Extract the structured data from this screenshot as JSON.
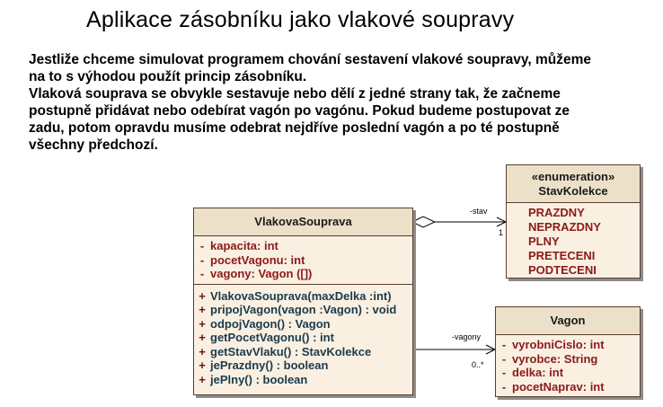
{
  "title": "Aplikace zásobníku jako vlakové soupravy",
  "paragraph1": [
    "Jestliže chceme simulovat programem chování sestavení vlakové soupravy, můžeme",
    "na to  s výhodou použít princip zásobníku."
  ],
  "paragraph2": [
    "Vlaková souprava se obvykle sestavuje nebo dělí z jedné strany tak, že začneme",
    "postupně přidávat nebo odebírat vagón po vagónu. Pokud budeme postupovat ze",
    "zadu, potom opravdu musíme odebrat nejdříve poslední vagón a po té postupně",
    "všechny předchozí."
  ],
  "diagram": {
    "vlakova": {
      "name": "VlakovaSouprava",
      "attributes": [
        {
          "vis": "-",
          "text": "kapacita:  int"
        },
        {
          "vis": "-",
          "text": "pocetVagonu:  int"
        },
        {
          "vis": "-",
          "text": "vagony:  Vagon ([])"
        }
      ],
      "operations": [
        {
          "vis": "+",
          "text": "VlakovaSouprava(maxDelka :int)"
        },
        {
          "vis": "+",
          "text": "pripojVagon(vagon :Vagon) : void"
        },
        {
          "vis": "+",
          "text": "odpojVagon() : Vagon"
        },
        {
          "vis": "+",
          "text": "getPocetVagonu() : int"
        },
        {
          "vis": "+",
          "text": "getStavVlaku() : StavKolekce"
        },
        {
          "vis": "+",
          "text": "jePrazdny() : boolean"
        },
        {
          "vis": "+",
          "text": "jePlny() : boolean"
        }
      ]
    },
    "stav": {
      "stereotype": "«enumeration»",
      "name": "StavKolekce",
      "literals": [
        "PRAZDNY",
        "NEPRAZDNY",
        "PLNY",
        "PRETECENI",
        "PODTECENI"
      ]
    },
    "vagon": {
      "name": "Vagon",
      "attributes": [
        {
          "vis": "-",
          "text": "vyrobniCislo:  int"
        },
        {
          "vis": "-",
          "text": "vyrobce:  String"
        },
        {
          "vis": "-",
          "text": "delka:  int"
        },
        {
          "vis": "-",
          "text": "pocetNaprav:  int"
        }
      ]
    },
    "assoc_stav": {
      "role": "-stav",
      "multiplicity": "1"
    },
    "assoc_vagony": {
      "role": "-vagony",
      "multiplicity": "0..*"
    }
  }
}
